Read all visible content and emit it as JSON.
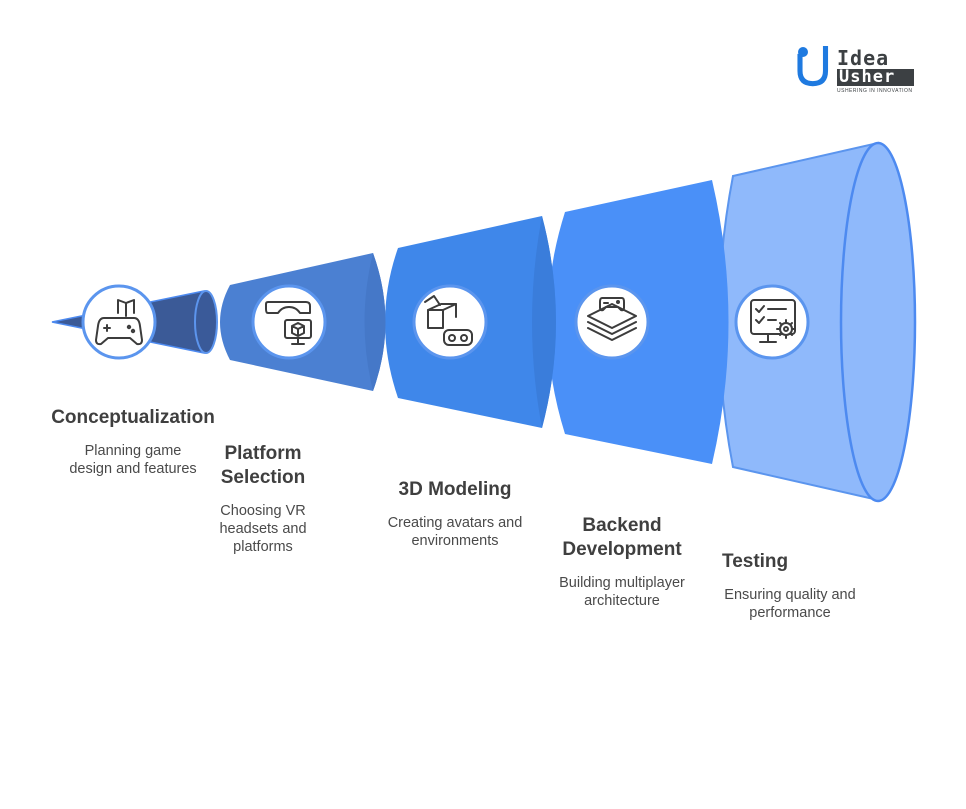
{
  "logo": {
    "line1": "Idea",
    "line2": "Usher",
    "tagline": "USHERING IN INNOVATION",
    "colors": {
      "blue": "#1f7ae0",
      "dark": "#3c4043"
    }
  },
  "stages": [
    {
      "title": "Conceptualization",
      "description": "Planning game design and features",
      "icon": "gamepad-book-icon",
      "color": "#3b5998"
    },
    {
      "title": "Platform Selection",
      "description": "Choosing VR headsets and platforms",
      "icon": "vr-headset-monitor-icon",
      "color": "#4a7fd0"
    },
    {
      "title": "3D Modeling",
      "description": "Creating avatars and environments",
      "icon": "box-vr-icon",
      "color": "#3f86ea"
    },
    {
      "title": "Backend Development",
      "description": "Building multiplayer architecture",
      "icon": "layers-gamepad-icon",
      "color": "#4b91f8"
    },
    {
      "title": "Testing",
      "description": "Ensuring quality and performance",
      "icon": "checklist-gear-icon",
      "color": "#8ab8fb"
    }
  ]
}
